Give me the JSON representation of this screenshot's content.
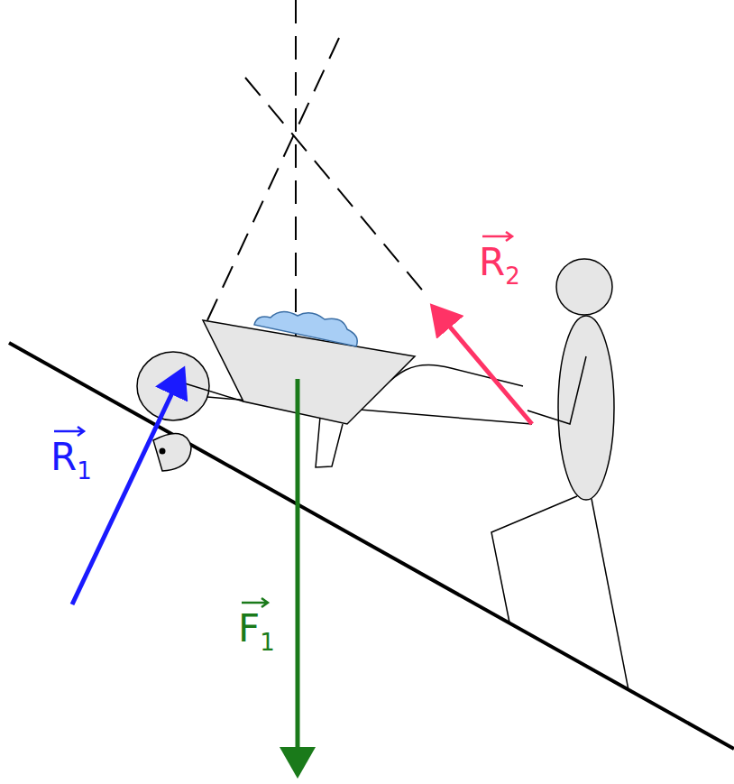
{
  "diagram": {
    "labels": [
      "R1",
      "R2",
      "F1"
    ]
  }
}
